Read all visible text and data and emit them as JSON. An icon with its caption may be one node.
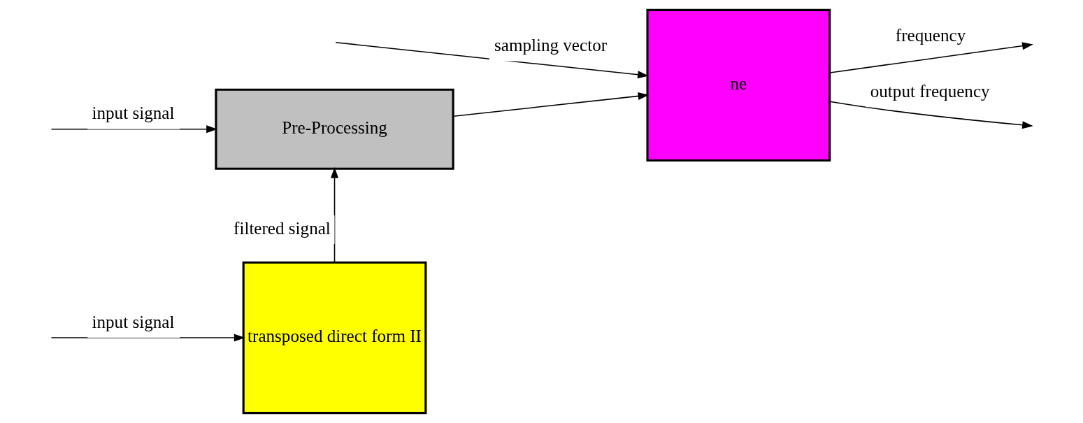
{
  "diagram": {
    "nodes": [
      {
        "text": [
          "Pre-Processing"
        ]
      },
      {
        "text": [
          "ne"
        ]
      },
      {
        "text": [
          "transposed direct form II"
        ]
      }
    ],
    "edges": [
      {
        "from": null,
        "to": 0,
        "arrow": "to",
        "label": "input signal"
      },
      {
        "from": 0,
        "to": 1,
        "arrow": "to"
      },
      {
        "from": null,
        "to": 1,
        "arrow": "to",
        "label": "sampling vector"
      },
      {
        "from": 1,
        "to": null,
        "arrow": "to",
        "label": "frequency"
      },
      {
        "from": null,
        "to": 2,
        "arrow": "to",
        "label": "input signal"
      },
      {
        "from": 2,
        "to": 0,
        "arrow": "to",
        "label": "filtered signal"
      },
      {
        "from": 1,
        "to": null,
        "arrow": "to",
        "label": "output frequency"
      }
    ]
  }
}
